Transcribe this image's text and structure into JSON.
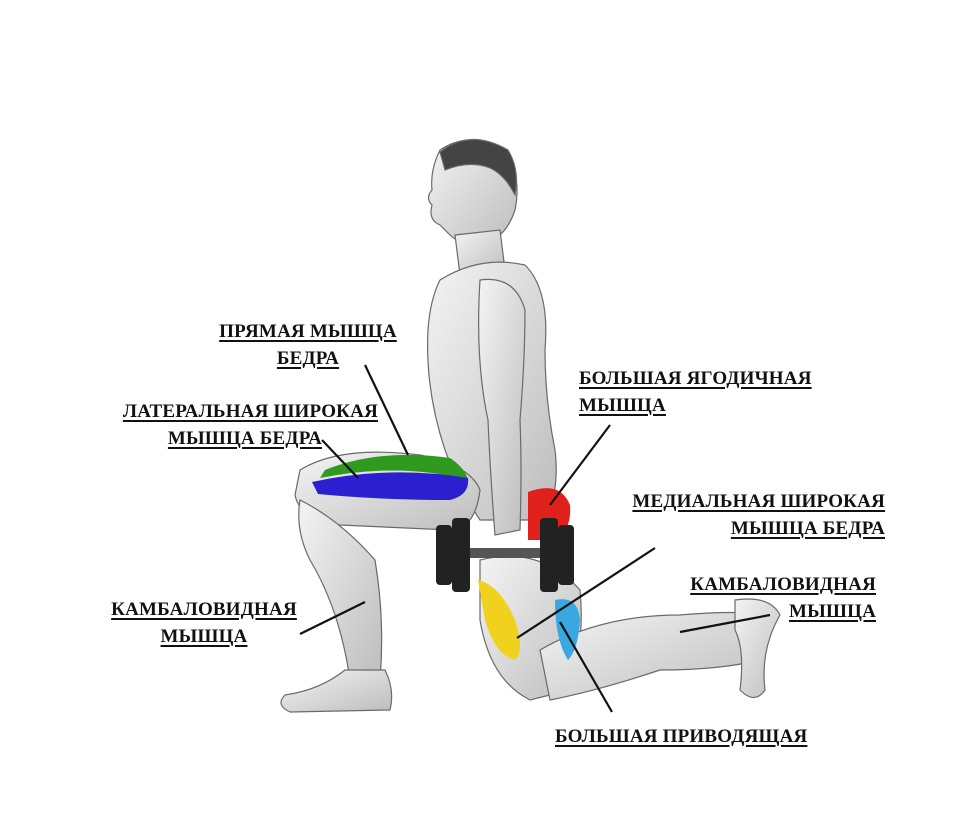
{
  "labels": {
    "rectus_femoris": {
      "line1": "ПРЯМАЯ МЫШЦА",
      "line2": "БЕДРА"
    },
    "vastus_lateralis": {
      "line1": "ЛАТЕРАЛЬНАЯ ШИРОКАЯ",
      "line2": "МЫШЦА БЕДРА"
    },
    "soleus_left": {
      "line1": "КАМБАЛОВИДНАЯ",
      "line2": "МЫШЦА"
    },
    "gluteus_maximus": {
      "line1": "БОЛЬШАЯ ЯГОДИЧНАЯ",
      "line2": "МЫШЦА"
    },
    "vastus_medialis": {
      "line1": "МЕДИАЛЬНАЯ ШИРОКАЯ",
      "line2": "МЫШЦА БЕДРА"
    },
    "soleus_right": {
      "line1": "КАМБАЛОВИДНАЯ",
      "line2": "МЫШЦА"
    },
    "adductor_magnus": {
      "line1": "БОЛЬШАЯ ПРИВОДЯЩАЯ"
    }
  },
  "colors": {
    "rectus_femoris": "#2f9a1f",
    "vastus_lateralis": "#2b1fd0",
    "gluteus_maximus": "#e0201a",
    "vastus_medialis": "#f0d21e",
    "adductor_magnus": "#3aa8e0"
  }
}
